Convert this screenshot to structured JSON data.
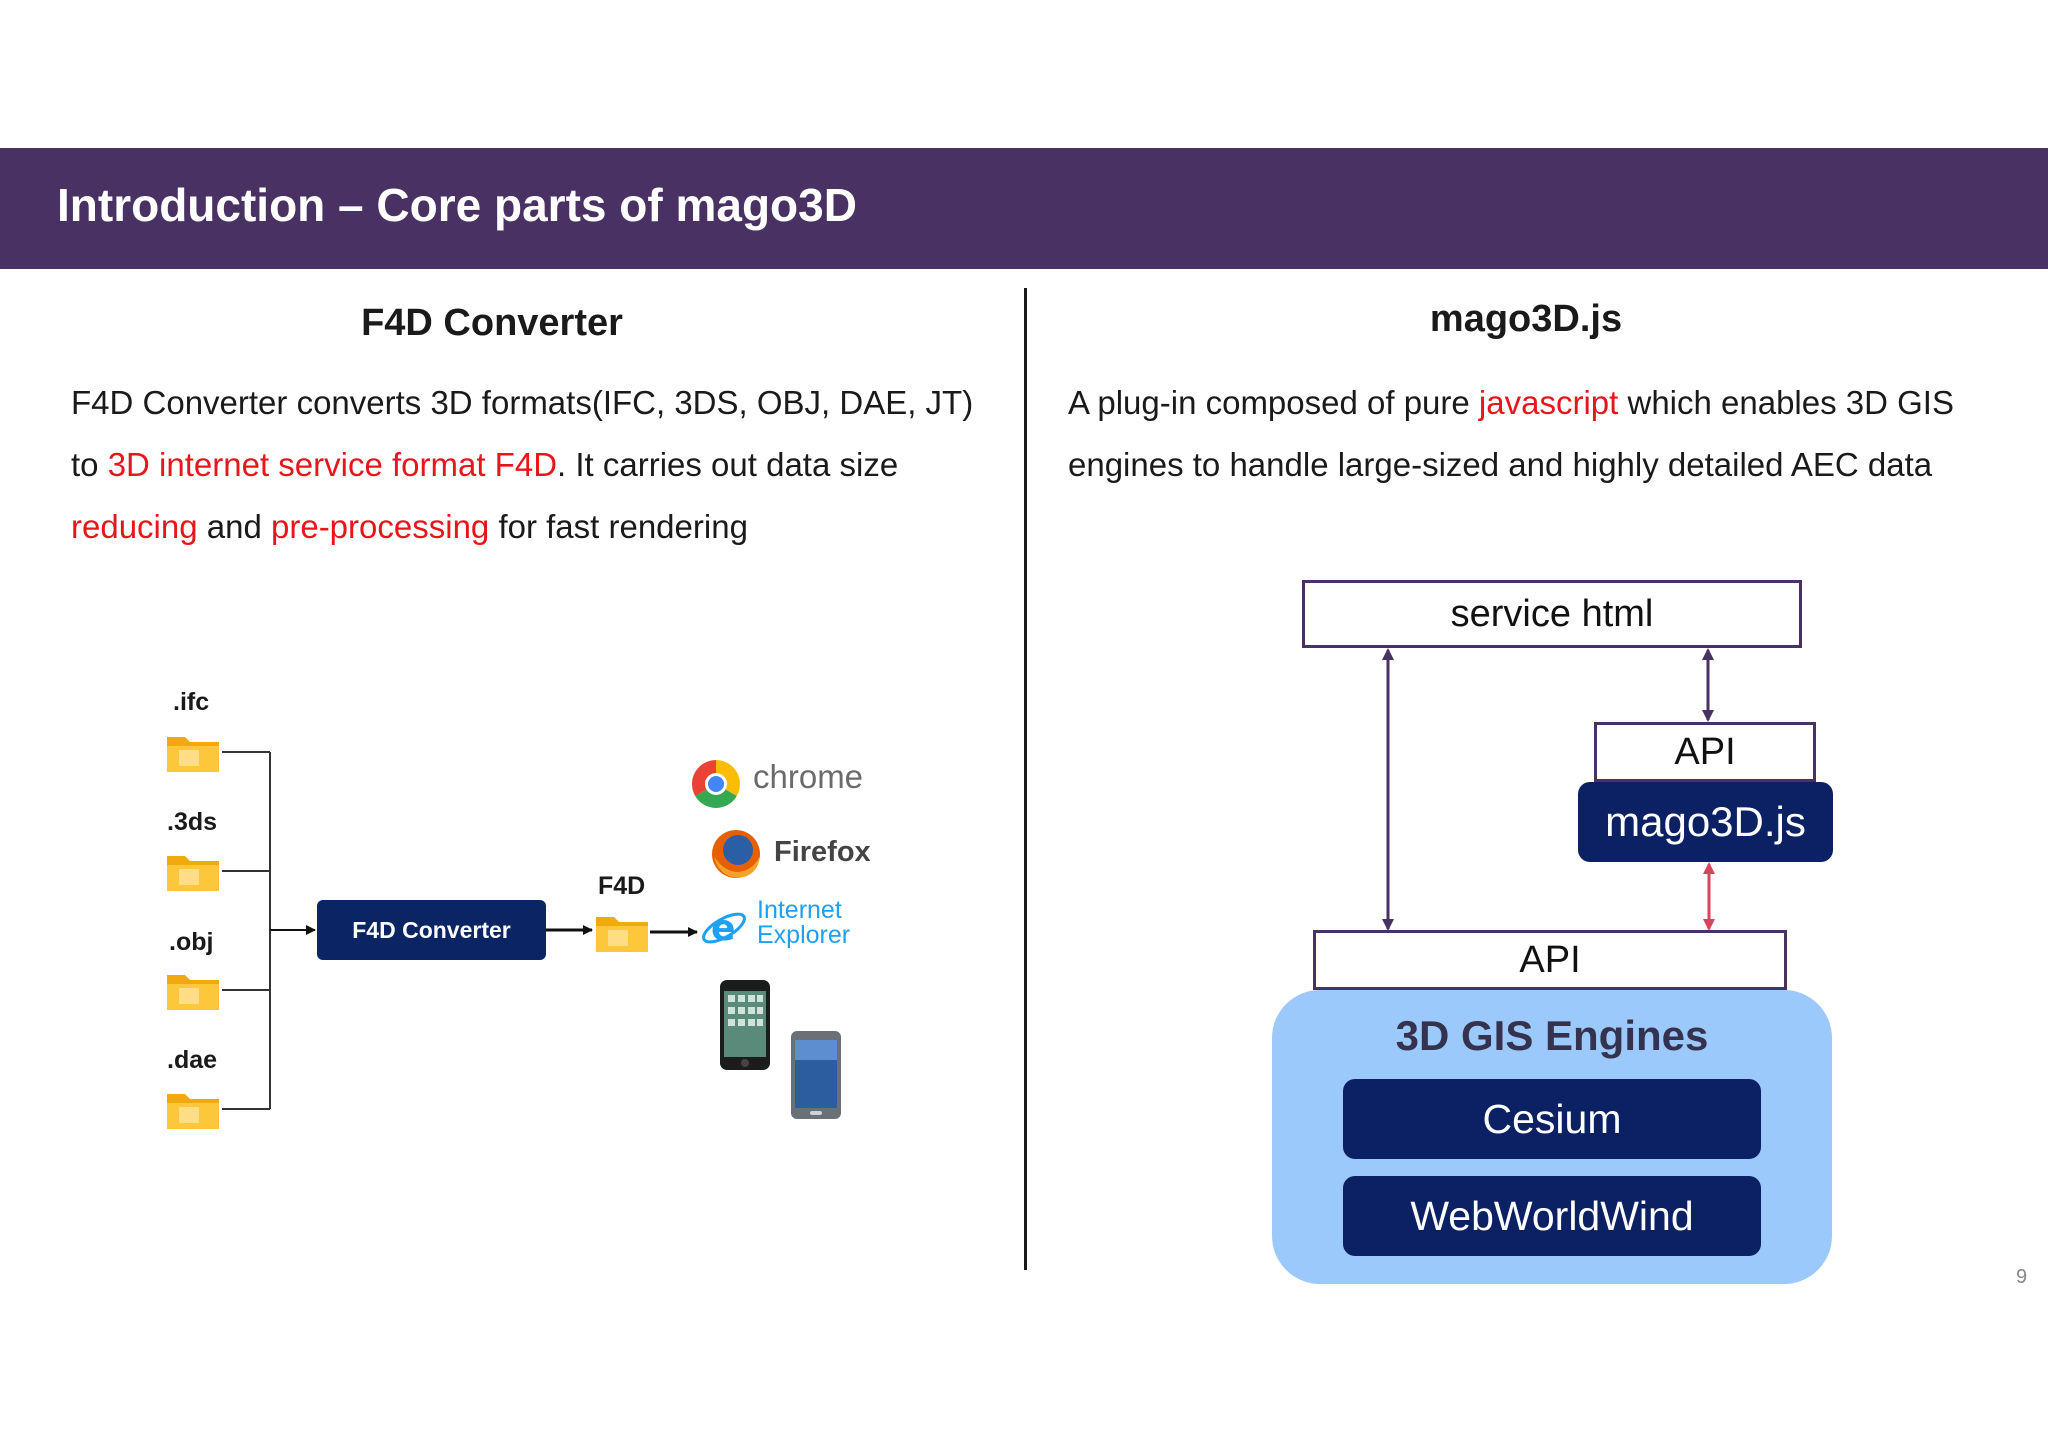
{
  "header": {
    "title": "Introduction – Core parts of mago3D"
  },
  "left": {
    "heading": "F4D Converter",
    "para": {
      "l1": "F4D Converter converts 3D formats(IFC, 3DS, OBJ, DAE, JT)",
      "l2a": "to ",
      "l2b": "3D internet service format F4D",
      "l2c": ". It carries out data size",
      "l3a": "reducing",
      "l3b": " and ",
      "l3c": "pre-processing",
      "l3d": " for fast rendering"
    },
    "diagram": {
      "inputs": [
        ".ifc",
        ".3ds",
        ".obj",
        ".dae"
      ],
      "converter_label": "F4D Converter",
      "output_label": "F4D",
      "browsers": {
        "chrome": "chrome",
        "firefox": "Firefox",
        "ie_line1": "Internet",
        "ie_line2": "Explorer"
      }
    }
  },
  "right": {
    "heading": "mago3D.js",
    "para": {
      "l1a": "A plug-in composed of pure ",
      "l1b": "javascript",
      "l1c": " which enables 3D GIS",
      "l2": "engines to handle large-sized and highly detailed AEC data"
    },
    "diagram": {
      "service_html": "service html",
      "api_top": "API",
      "mago_js": "mago3D.js",
      "api_bottom": "API",
      "engines_title": "3D GIS Engines",
      "engines": [
        "Cesium",
        "WebWorldWind"
      ]
    }
  },
  "footer": {
    "page_number": "9"
  },
  "colors": {
    "title_bar": "#4a3163",
    "highlight_red": "#e8161b",
    "navy": "#0b2163",
    "engines_bg": "#9bc9fb"
  }
}
